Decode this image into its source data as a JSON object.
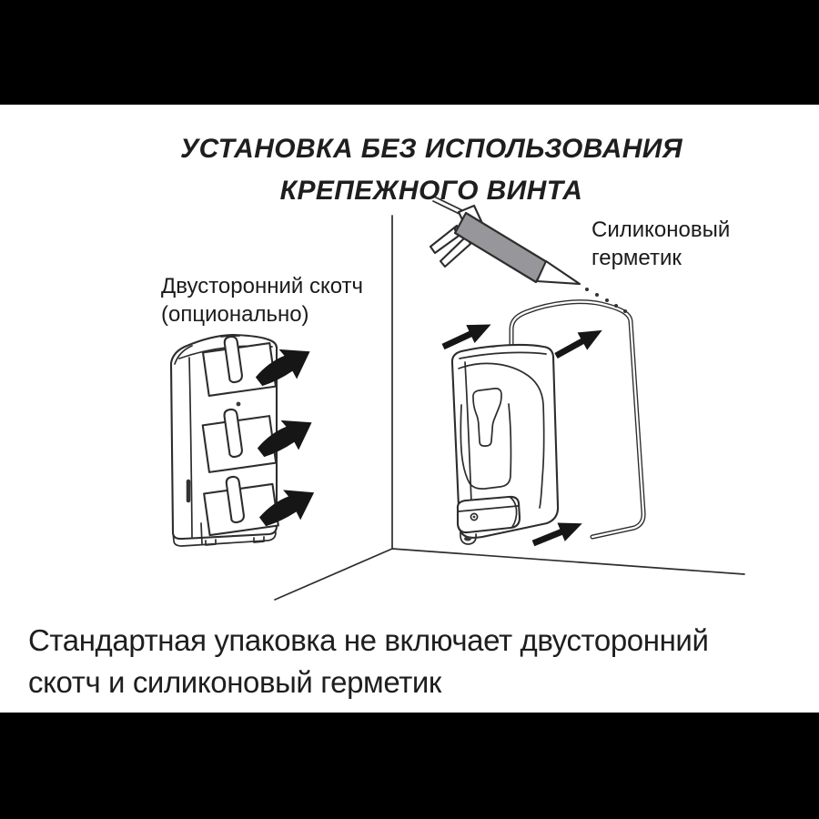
{
  "colors": {
    "ink": "#2d2d2d",
    "arrow_fill": "#161616",
    "tube_gray": "#97979b",
    "letterbox": "#000000",
    "paper": "#ffffff",
    "text": "#1e1e1e"
  },
  "title": {
    "line1": "УСТАНОВКА БЕЗ ИСПОЛЬЗОВАНИЯ",
    "line2": "КРЕПЕЖНОГО ВИНТА"
  },
  "left_figure": {
    "label_line1": "Двусторонний скотч",
    "label_line2": "(опционально)",
    "icon": "dispenser-back-plate-with-tape-pads",
    "tape_pad_count": 3,
    "arrow_count": 3
  },
  "right_figure": {
    "label_line1": "Силиконовый",
    "label_line2": "герметик",
    "icon": "caulk-gun-sealant-bead-wall-and-dispenser",
    "arrow_count": 3
  },
  "footer": {
    "line1": "Стандартная упаковка не включает двусторонний",
    "line2": "скотч и силиконовый герметик"
  }
}
